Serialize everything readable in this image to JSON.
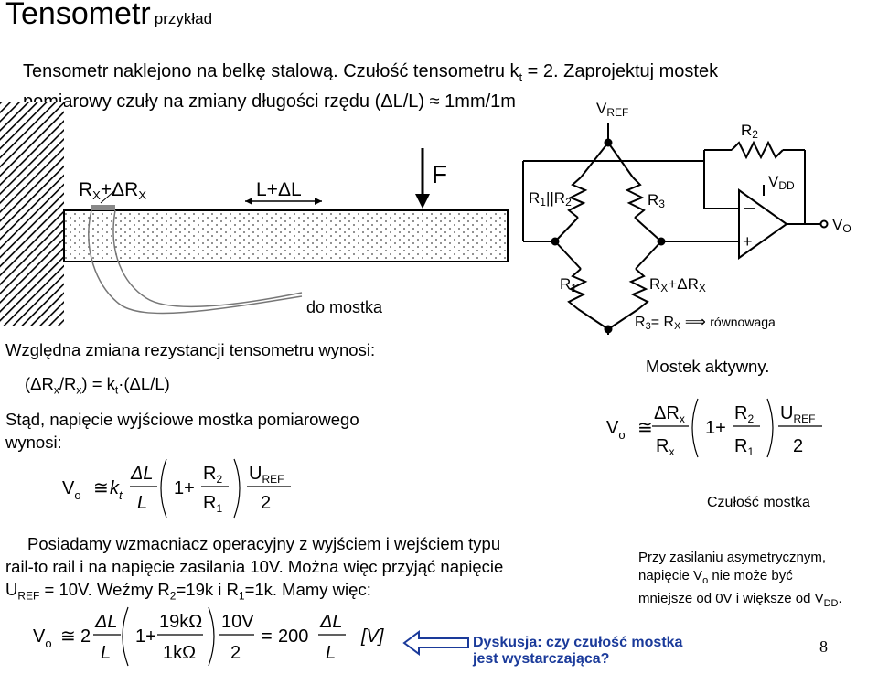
{
  "slide": {
    "title": "Tensometr",
    "subtitle": "przykład",
    "intro_line1": "Tensometr naklejono na belkę stalową. Czułość tensometru k",
    "intro_k_sub": "t",
    "intro_line1_end": " = 2. Zaprojektuj mostek",
    "intro_line2": "pomiarowy czuły na zmiany długości rzędu (ΔL/L) ≈ 1mm/1m",
    "beam": {
      "gauge_label": "R",
      "gauge_sub": "X",
      "gauge_plus": "+ΔR",
      "gauge_sub2": "X",
      "length_label": "L+ΔL",
      "force_label": "F",
      "to_bridge": "do mostka"
    },
    "bridge": {
      "vref": "V",
      "vref_sub": "REF",
      "r2": "R",
      "r2_sub": "2",
      "r1r2": "R",
      "r1r2_sub1": "1",
      "r1r2_mid": "||R",
      "r1r2_sub2": "2",
      "r3": "R",
      "r3_sub": "3",
      "vdd": "V",
      "vdd_sub": "DD",
      "vo": "V",
      "vo_sub": "O",
      "minus": "–",
      "plus": "+",
      "r1": "R",
      "r1_sub": "1",
      "rx": "R",
      "rx_sub": "X",
      "rx_plus": "+ΔR",
      "rx_sub2": "X",
      "balance_r3": "R",
      "balance_r3_sub": "3",
      "balance_eq": "= R",
      "balance_rx_sub": "X",
      "balance_arrow": " ⟹ ",
      "balance_text": "równowaga"
    },
    "rel_change_text": "Względna zmiana rezystancji tensometru wynosi:",
    "formula1": "(ΔR",
    "formula1_b": "/R",
    "formula1_c": ") = k",
    "formula1_d": "·(ΔL/L)",
    "formula1_sub_x": "x",
    "formula1_sub_t": "t",
    "hence_line1": "Stąd, napięcie wyjściowe mostka pomiarowego",
    "hence_line2": "wynosi:",
    "active_bridge": "Mostek aktywny.",
    "sensitivity": "Czułość mostka",
    "assume_line1": "Posiadamy wzmacniacz operacyjny z wyjściem i wejściem typu",
    "assume_line2": "rail-to rail i na napięcie zasilania 10V. Można więc przyjąć napięcie",
    "assume_line3a": "U",
    "assume_line3_sub": "REF",
    "assume_line3b": " = 10V. Weźmy R",
    "assume_line3_sub2": "2",
    "assume_line3c": "=19k i R",
    "assume_line3_sub3": "1",
    "assume_line3d": "=1k. Mamy więc:",
    "asym_line1": "Przy zasilaniu asymetrycznym,",
    "asym_line2a": "napięcie V",
    "asym_line2_sub": "o",
    "asym_line2b": " nie może być",
    "asym_line3a": "mniejsze od 0V i większe od V",
    "asym_line3_sub": "DD",
    "asym_line3b": ".",
    "discussion_line1": "Dyskusja: czy czułość mostka",
    "discussion_line2": "jest wystarczająca?",
    "page_number": "8",
    "eq": {
      "vo": "V",
      "vo_sub": "o",
      "approx": "≅",
      "k": "k",
      "k_sub": "t",
      "dL": "ΔL",
      "L": "L",
      "one_plus": "1+",
      "R2": "R",
      "R2_sub": "2",
      "R1": "R",
      "R1_sub": "1",
      "Uref": "U",
      "Uref_sub": "REF",
      "two": "2",
      "dRx": "ΔR",
      "dRx_sub": "x",
      "Rx": "R",
      "Rx_sub": "x",
      "coef": "2",
      "r19k": "19kΩ",
      "r1k": "1kΩ",
      "v10": "10V",
      "equals": "=",
      "c200": "200",
      "unit": "[V]"
    }
  }
}
